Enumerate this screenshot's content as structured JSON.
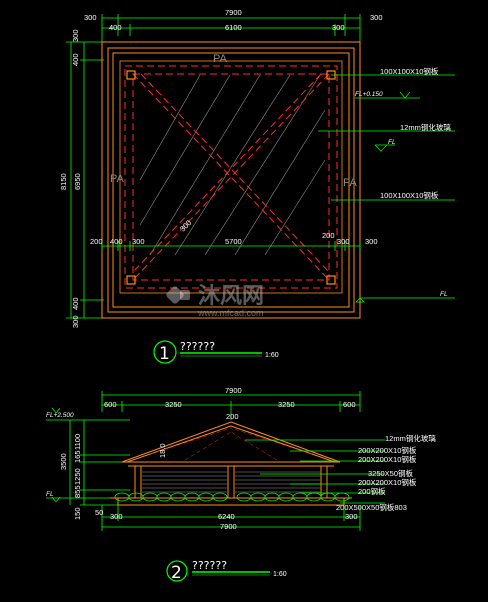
{
  "colors": {
    "background": "#000000",
    "dimension": "#00ff00",
    "outline": "#ff8c1a",
    "hidden": "#ff2a2a",
    "leader": "#00ff00",
    "text": "#ffffff",
    "hatch": "#9a9a9a",
    "marker": "#00ffff"
  },
  "plan": {
    "top_dims": [
      "300",
      "7900",
      "300"
    ],
    "top_dims_2": [
      "400",
      "6100",
      "300"
    ],
    "left_dims": [
      "300",
      "400",
      "8150",
      "6950",
      "400",
      "300"
    ],
    "inner_dims": [
      "200",
      "400",
      "300",
      "5700",
      "200",
      "300",
      "300"
    ],
    "pa_labels": [
      "PA",
      "PA",
      "PA"
    ],
    "diag_label": "300",
    "notes": [
      "100X100X10钢板",
      "FL+0.150",
      "12mm钢化玻璃",
      "FL",
      "100X100X10钢板"
    ],
    "left_note": "FL",
    "title_number": "1",
    "title_text": "??????",
    "scale": "1:60"
  },
  "elevation": {
    "top_dims": [
      "600",
      "3250",
      "3250",
      "600"
    ],
    "overall_top": "7900",
    "ridge_dim": "200",
    "left_dims": [
      "1100",
      "165",
      "3500",
      "1250",
      "855",
      "150"
    ],
    "level_top": "FL+2.500",
    "level_ground": "FL",
    "roof_label": "18.0",
    "bottom_dims": [
      "300",
      "6240",
      "300"
    ],
    "overall_bottom": "7900",
    "left_small": "50",
    "notes": [
      "12mm钢化玻璃",
      "200X200X10钢板",
      "200X200X10钢板",
      "3250X50钢板",
      "200X200X10钢板",
      "200钢板",
      "200X500X50钢板803"
    ],
    "title_number": "2",
    "title_text": "??????",
    "scale": "1:60"
  },
  "watermark": {
    "brand": "沐风网",
    "url": "www.mfcad.com"
  }
}
